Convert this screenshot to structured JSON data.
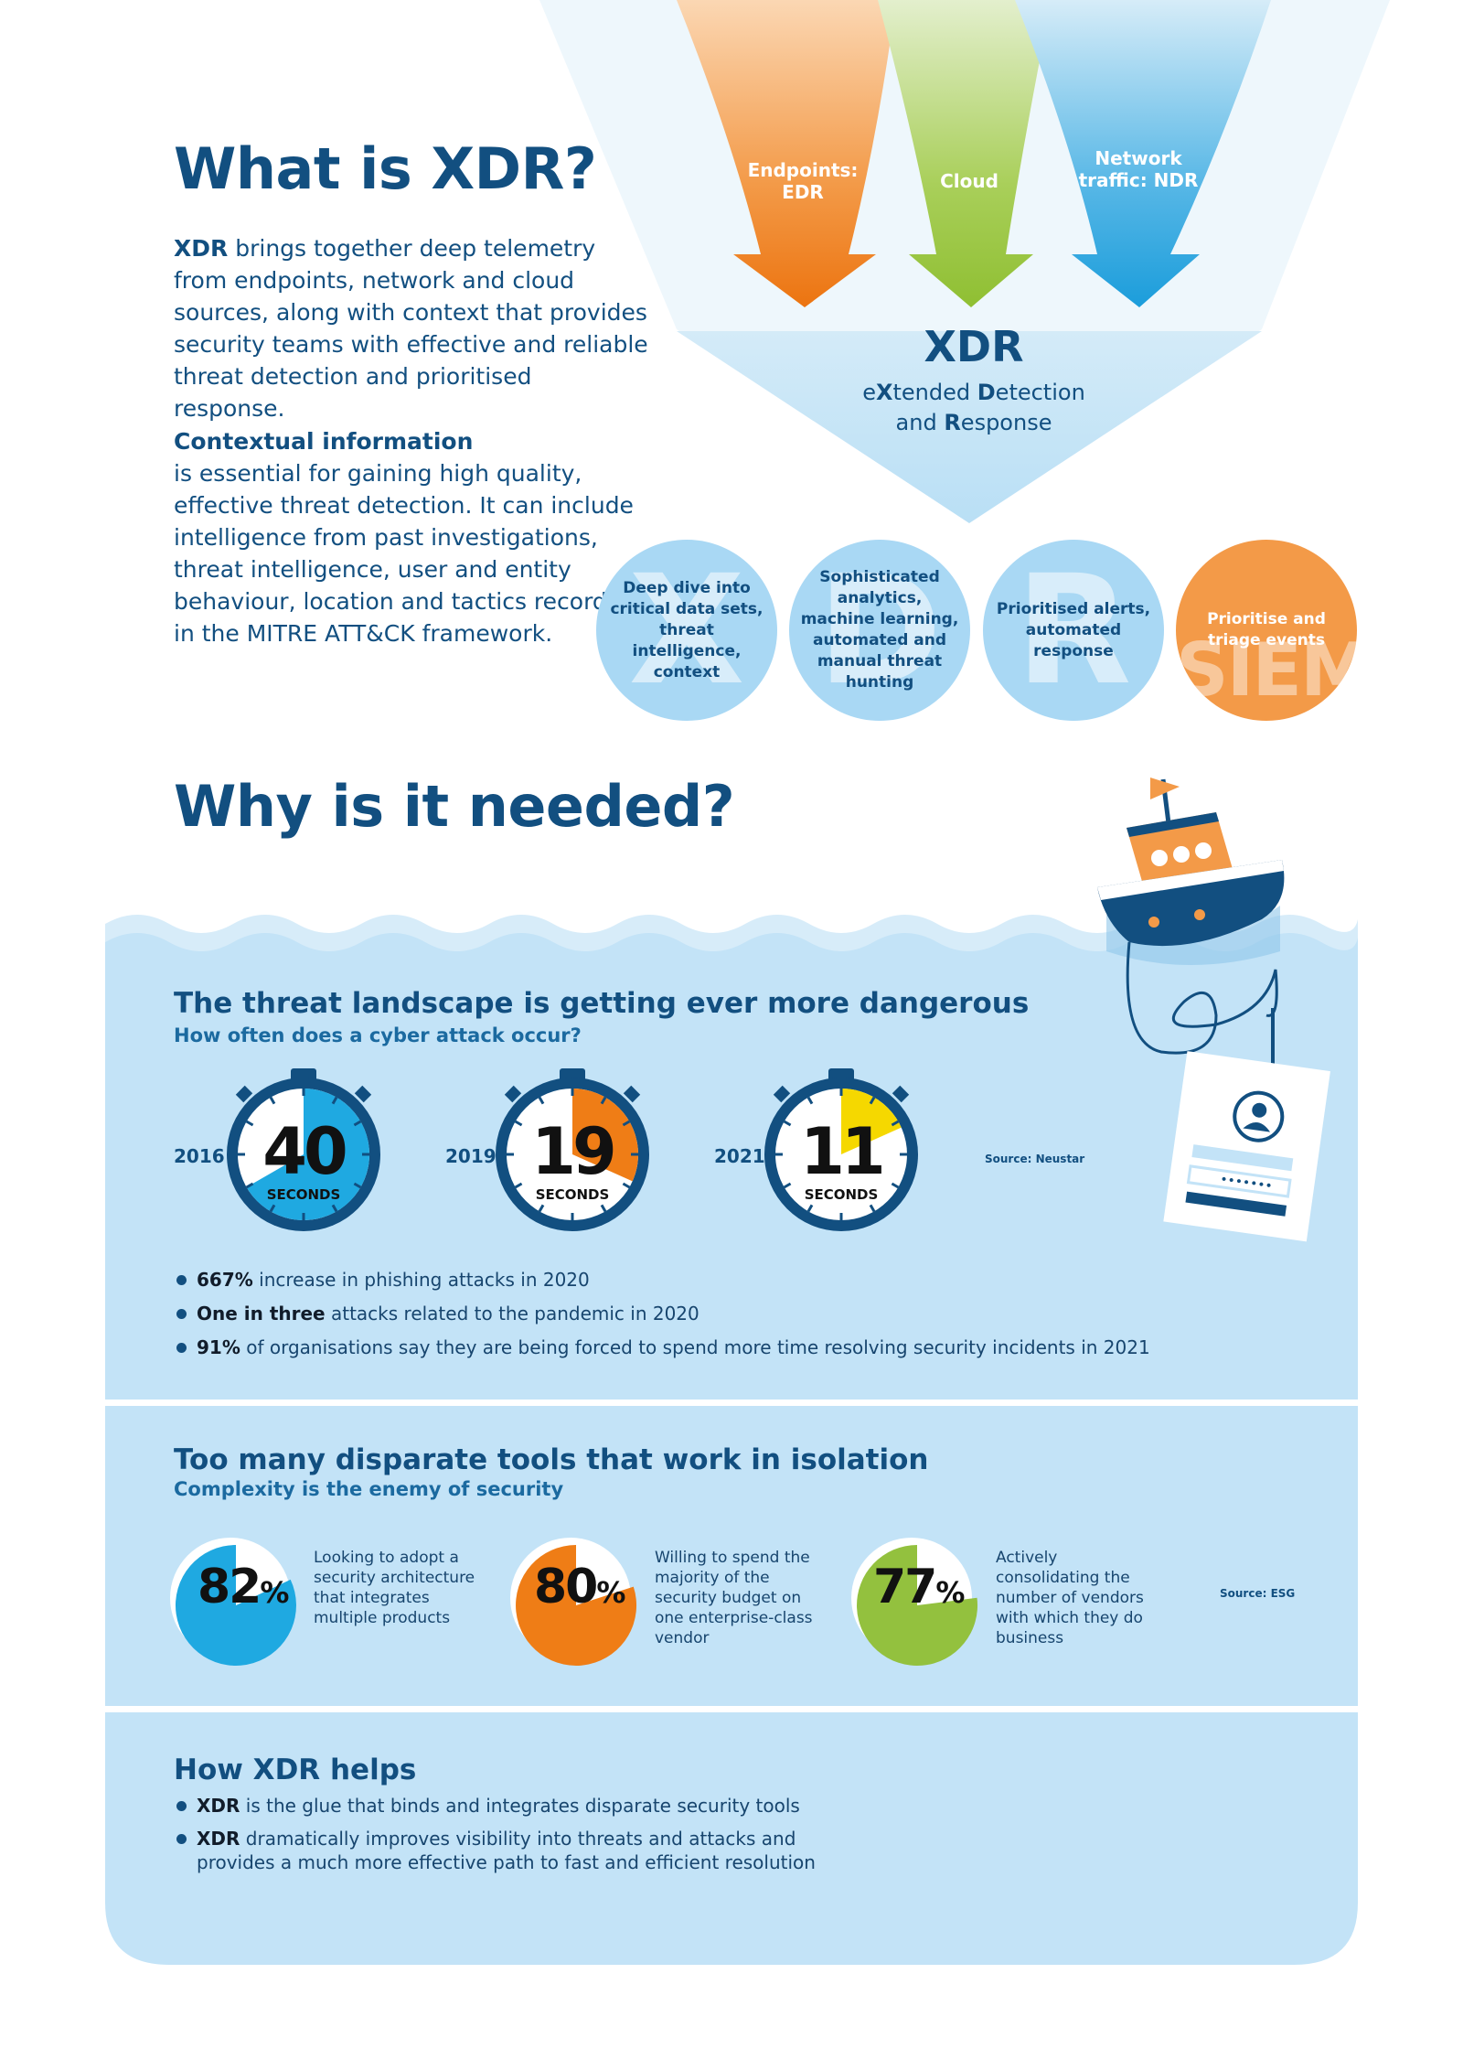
{
  "what": {
    "title": "What is XDR?",
    "intro_bold": "XDR",
    "intro_text": " brings together deep telemetry from endpoints, network and cloud sources, along with context that provides security teams with effective and reliable threat detection and prioritised response.",
    "context_heading": "Contextual information",
    "context_text": "is essential for gaining high quality, effective threat detection. It can include intelligence from past investigations, threat intelligence, user and entity behaviour, location and tactics recorded in the MITRE ATT&CK framework."
  },
  "arrows": {
    "endpoints": "Endpoints: EDR",
    "cloud": "Cloud",
    "network": "Network traffic: NDR"
  },
  "xdr": {
    "heading": "XDR",
    "sub_e": "e",
    "sub_x": "X",
    "sub_tended": "tended ",
    "sub_d": "D",
    "sub_etection": "etection",
    "sub_and": "and ",
    "sub_r": "R",
    "sub_esponse": "esponse"
  },
  "circles": [
    {
      "letter": "X",
      "text": "Deep dive into critical data sets, threat intelligence, context"
    },
    {
      "letter": "D",
      "text": "Sophisticated analytics, machine learning, automated and manual threat hunting"
    },
    {
      "letter": "R",
      "text": "Prioritised alerts, automated response"
    },
    {
      "letter": "SIEM",
      "text": "Prioritise and triage events"
    }
  ],
  "why": {
    "title": "Why is it needed?"
  },
  "threat": {
    "title": "The threat landscape is getting ever more dangerous",
    "subtitle": "How often does a cyber attack occur?",
    "stopwatches": [
      {
        "year": "2016",
        "seconds": "40",
        "unit": "SECONDS",
        "fill_fraction": 0.667
      },
      {
        "year": "2019",
        "seconds": "19",
        "unit": "SECONDS",
        "fill_fraction": 0.317
      },
      {
        "year": "2021",
        "seconds": "11",
        "unit": "SECONDS",
        "fill_fraction": 0.183
      }
    ],
    "source": "Source: Neustar",
    "bullets": [
      {
        "bold": "667%",
        "text": " increase in phishing attacks in 2020"
      },
      {
        "bold": "One in three",
        "text": " attacks related to the pandemic in 2020"
      },
      {
        "bold": "91%",
        "text": " of organisations say they are being forced to spend more time resolving security incidents in 2021"
      }
    ]
  },
  "tools": {
    "title": "Too many disparate tools that work in isolation",
    "subtitle": "Complexity is the enemy of security",
    "stats": [
      {
        "value": "82",
        "suffix": "%",
        "pct": 82,
        "color": "#1fa9e1",
        "desc": "Looking to adopt a security architecture that integrates multiple products"
      },
      {
        "value": "80",
        "suffix": "%",
        "pct": 80,
        "color": "#ef7d16",
        "desc": "Willing to spend the majority of the security budget on one enterprise-class vendor"
      },
      {
        "value": "77",
        "suffix": "%",
        "pct": 77,
        "color": "#93c13e",
        "desc": "Actively consolidating the number of vendors with which they do business"
      }
    ],
    "source": "Source: ESG"
  },
  "helps": {
    "title": "How XDR helps",
    "bullets": [
      {
        "bold": "XDR",
        "text": " is the glue that binds and integrates disparate security tools"
      },
      {
        "bold": "XDR",
        "text": " dramatically improves visibility into threats and attacks and provides a much more effective path to fast and efficient resolution"
      }
    ]
  },
  "colors": {
    "navy": "#124f80",
    "light_blue": "#c3e3f7",
    "orange": "#ef7d16",
    "green": "#93c13e",
    "cyan": "#1fa9e1"
  }
}
